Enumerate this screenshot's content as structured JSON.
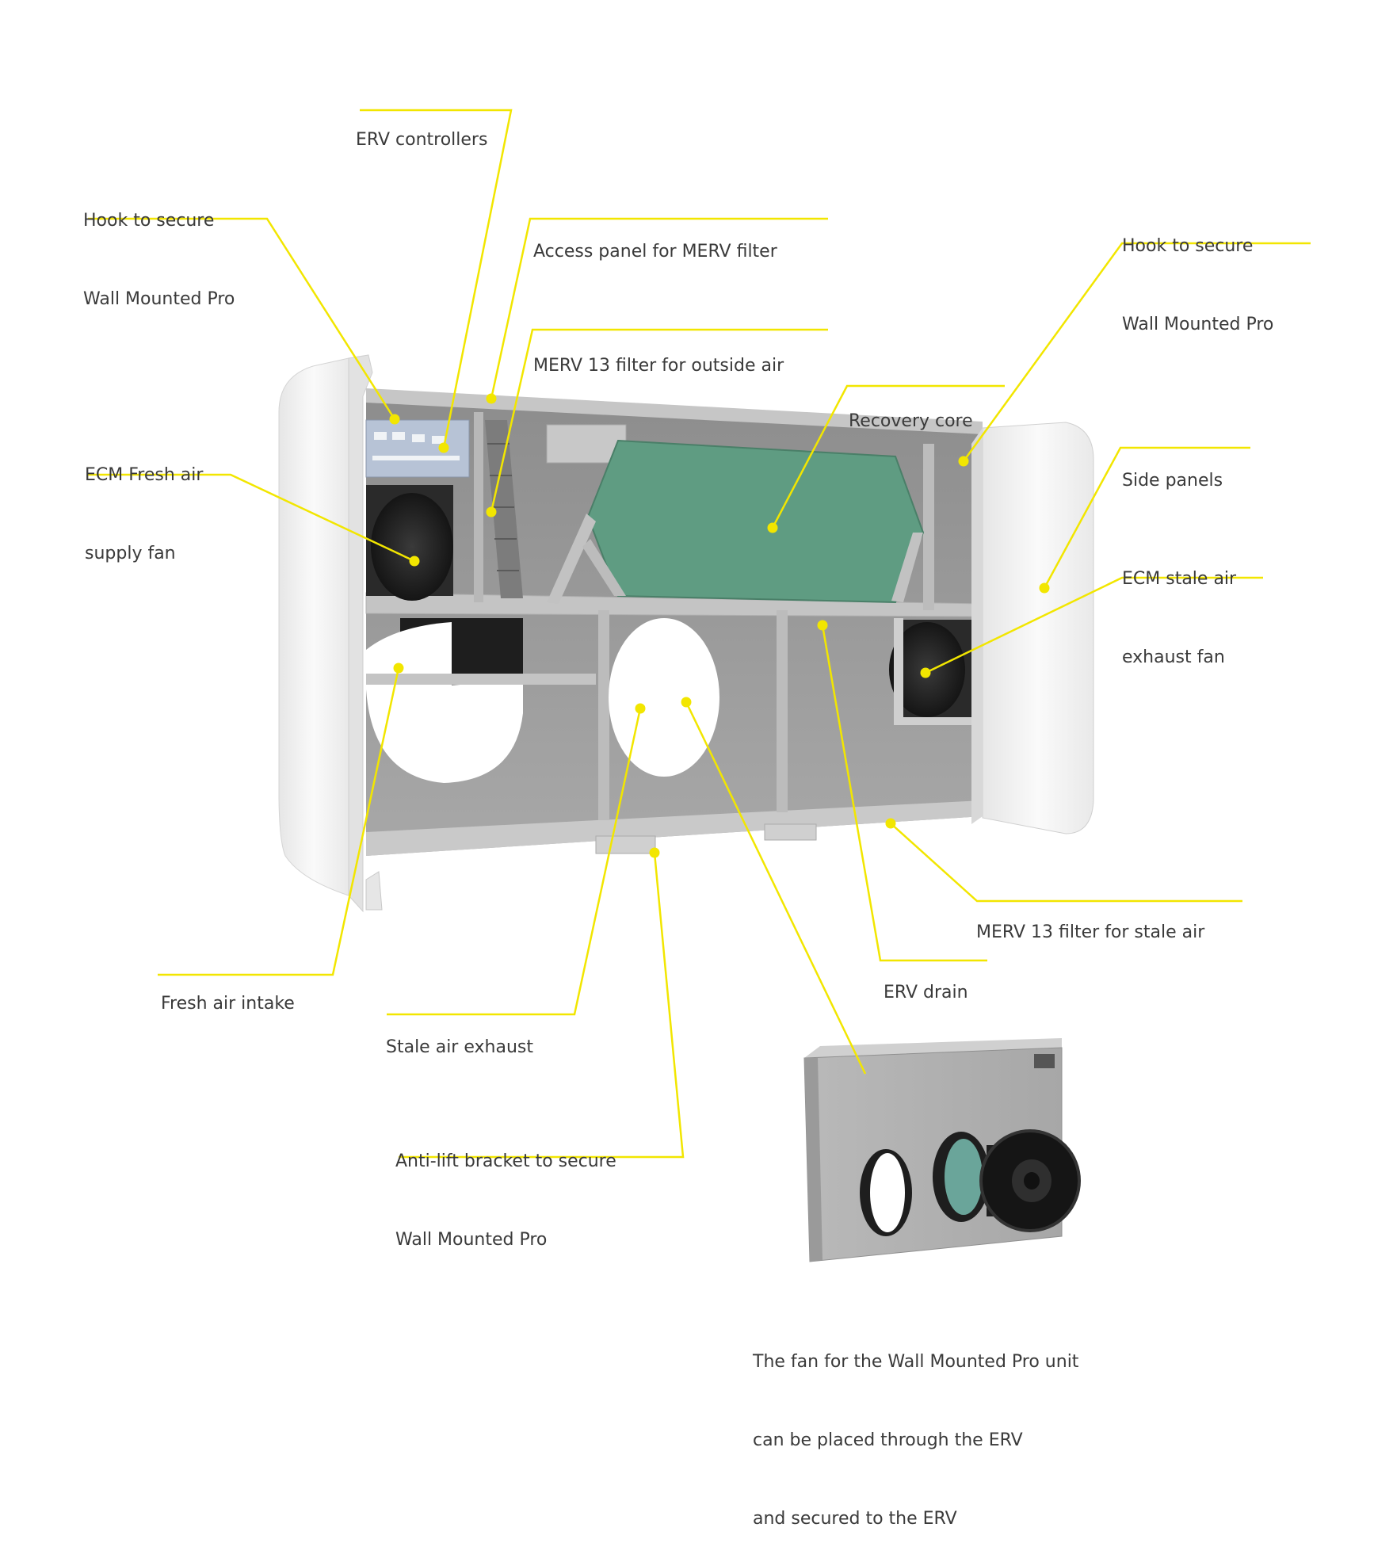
{
  "colors": {
    "leader": "#f2e600",
    "text": "#3a3a3a",
    "core": "#5f9c82",
    "panel": "#f2f2f2",
    "interior": "#9c9c9c"
  },
  "labels": {
    "erv_controllers": "ERV controllers",
    "hook_left": [
      "Hook to secure",
      "Wall Mounted Pro"
    ],
    "access_panel": "Access panel for MERV filter",
    "hook_right": [
      "Hook to secure",
      "Wall Mounted Pro"
    ],
    "merv_outside": "MERV 13 filter for outside air",
    "recovery_core": "Recovery core",
    "fresh_fan": [
      "ECM Fresh air",
      "supply fan"
    ],
    "side_panels": "Side panels",
    "stale_fan": [
      "ECM stale air",
      "exhaust fan"
    ],
    "merv_stale": "MERV 13 filter for stale air",
    "erv_drain": "ERV drain",
    "fresh_intake": "Fresh air intake",
    "stale_exhaust": "Stale air exhaust",
    "anti_lift": [
      "Anti-lift bracket to secure",
      "Wall Mounted Pro"
    ],
    "fan_note": [
      "The fan for the Wall Mounted Pro unit",
      "can be placed through the ERV",
      "and secured to the ERV"
    ]
  }
}
